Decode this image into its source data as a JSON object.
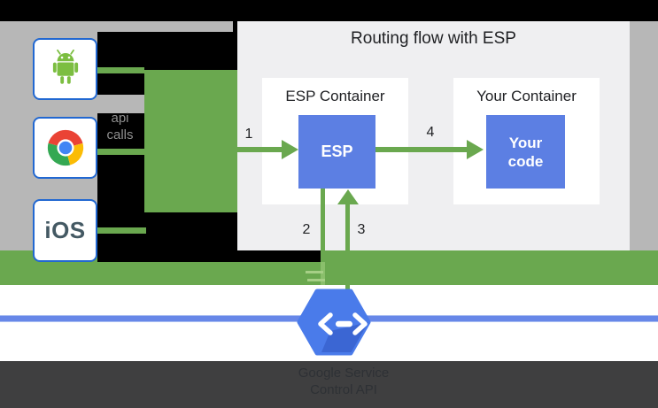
{
  "diagram": {
    "title": "Routing flow with ESP",
    "left_panel": {
      "api_calls_label": "api\ncalls",
      "android_icon": "android-robot",
      "chrome_icon": "chrome-browser",
      "ios_label": "iOS"
    },
    "esp_container": {
      "label": "ESP Container",
      "box_label": "ESP"
    },
    "your_container": {
      "label": "Your Container",
      "box_label": "Your\ncode"
    },
    "flow_steps": {
      "step1": "1",
      "step2": "2",
      "step3": "3",
      "step4": "4"
    },
    "service_control": {
      "caption": "Google Service\nControl API",
      "icon": "code-brackets-hexagon"
    },
    "colors": {
      "green": "#6aa84f",
      "box_blue": "#5c7fe3",
      "hexagon_blue": "#4a7bea",
      "hexagon_shade": "#3b66d3",
      "client_border_blue": "#2268d1",
      "network_line_blue": "#6787e8",
      "left_bg_gray": "#b7b7b7",
      "panel_gray": "#efeff1",
      "footer_dark": "#3f3f40",
      "background_black": "#000000"
    }
  }
}
